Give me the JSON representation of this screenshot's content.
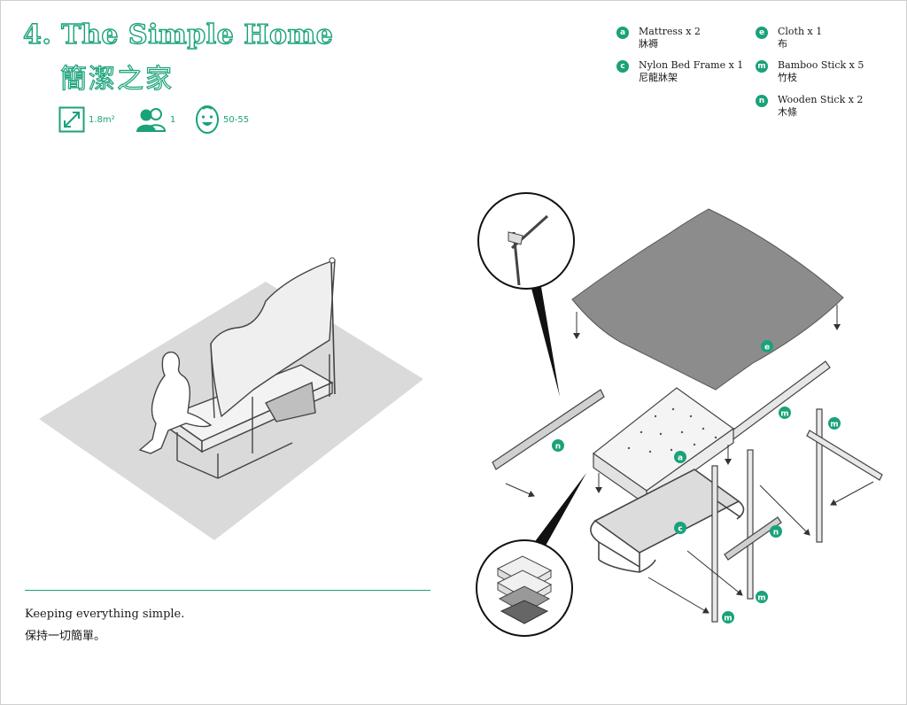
{
  "header": {
    "title_en": "4. The Simple Home",
    "title_zh": "簡潔之家"
  },
  "stats": {
    "area": "1.8m²",
    "occupants": "1",
    "age": "50-55"
  },
  "legend": [
    {
      "letter": "a",
      "en": "Mattress x 2",
      "zh": "牀褥"
    },
    {
      "letter": "c",
      "en": "Nylon Bed Frame x 1",
      "zh": "尼龍牀架"
    },
    {
      "letter": "e",
      "en": "Cloth x 1",
      "zh": "布"
    },
    {
      "letter": "m",
      "en": "Bamboo Stick x 5",
      "zh": "竹枝"
    },
    {
      "letter": "n",
      "en": "Wooden Stick x 2",
      "zh": "木條"
    }
  ],
  "labels": {
    "cloth": "e",
    "mattress": "a",
    "bed_frame": "c",
    "wooden_stick": "n",
    "bamboo_stick": "m"
  },
  "caption": {
    "en": "Keeping everything simple.",
    "zh": "保持一切簡單。"
  },
  "colors": {
    "accent": "#1aa27a",
    "floor": "#dadada",
    "cloth": "#8c8c8c"
  },
  "icons": [
    "area-icon",
    "occupants-icon",
    "age-face-icon"
  ]
}
